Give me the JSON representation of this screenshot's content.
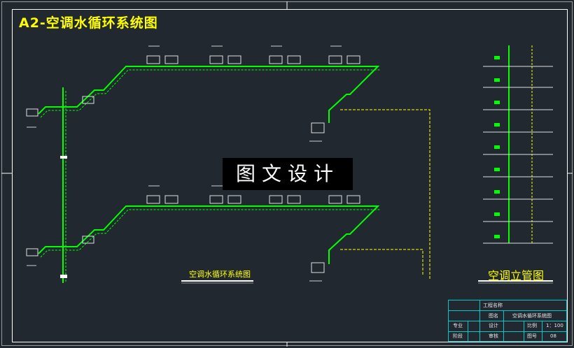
{
  "drawing": {
    "title": "A2-空调水循环系统图",
    "system_caption": "空调水循环系统图",
    "riser_caption": "空调立管图",
    "watermark": "图文设计"
  },
  "title_block": {
    "project_label": "工程名称",
    "drawing_name_label": "图名",
    "drawing_name": "空调水循环系统图",
    "specialty_label": "专业",
    "design_label": "设计",
    "scale_label": "比例",
    "scale_value": "1：100",
    "phase_label": "阶段",
    "review_label": "审核",
    "drawing_no_label": "图号",
    "drawing_no": "08"
  },
  "colors": {
    "background": "#212830",
    "frame": "#ffffff",
    "supply_pipe": "#00ff00",
    "return_pipe": "#ffff00",
    "title_block_lines": "#00c8c8",
    "equipment": "#e0e0e0",
    "valve_label": "#ffffff"
  }
}
